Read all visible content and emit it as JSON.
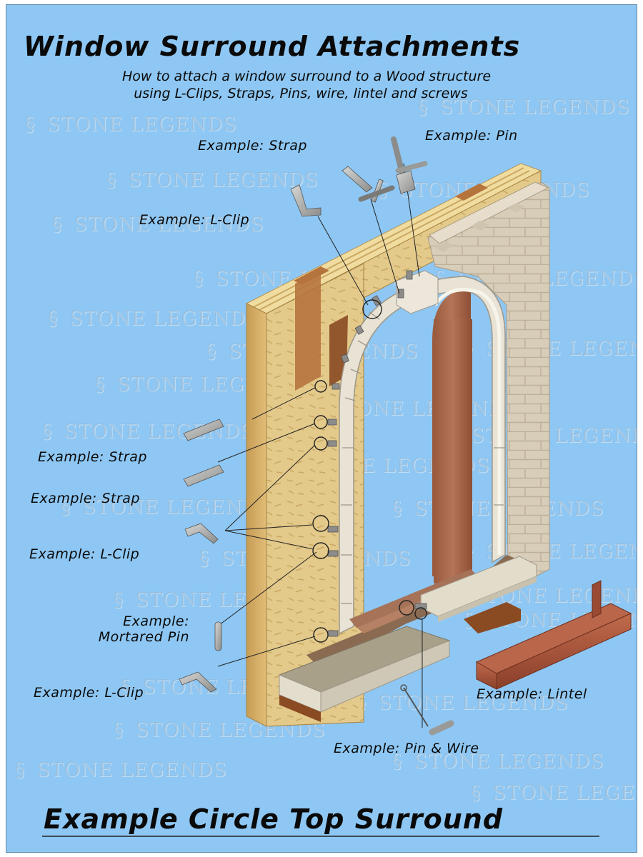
{
  "title": "Window Surround Attachments",
  "subtitle": {
    "line1": "How to attach a window surround to a Wood structure",
    "line2": "using L-Clips, Straps, Pins, wire, lintel and screws"
  },
  "labels": {
    "strap_top": "Example: Strap",
    "pin_top": "Example: Pin",
    "lclip_top": "Example: L-Clip",
    "strap_mid": "Example: Strap",
    "strap_lower": "Example:  Strap",
    "lclip_mid": "Example:  L-Clip",
    "mortared_pin_1": "Example:",
    "mortared_pin_2": "Mortared Pin",
    "lclip_bottom": "Example:  L-Clip",
    "lintel": "Example: Lintel",
    "pin_wire": "Example:  Pin & Wire"
  },
  "footer": "Example Circle Top Surround",
  "watermark": "STONE LEGENDS",
  "colors": {
    "background": "#8ec7f3",
    "wood": "#e3c98a",
    "wood_dark": "#b6743d",
    "brick": "#d8cdb9",
    "surround": "#e8e3d5",
    "lintel": "#a8583d",
    "text": "#0a0a0a"
  }
}
